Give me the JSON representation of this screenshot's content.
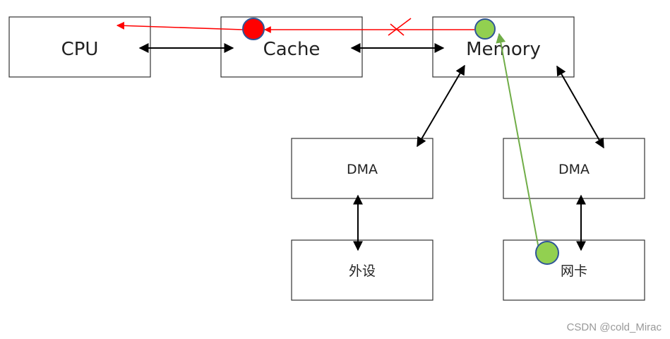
{
  "diagram": {
    "boxes": {
      "cpu": "CPU",
      "cache": "Cache",
      "memory": "Memory",
      "dma_left": "DMA",
      "dma_right": "DMA",
      "peripheral": "外设",
      "nic": "网卡"
    },
    "colors": {
      "box_stroke": "#333333",
      "arrow_black": "#000000",
      "arrow_red": "#ff0000",
      "arrow_green": "#70ad47",
      "red_dot": "#ff0000",
      "green_dot": "#92d050",
      "dot_stroke": "#2f5597"
    }
  },
  "watermark": "CSDN @cold_Mirac"
}
